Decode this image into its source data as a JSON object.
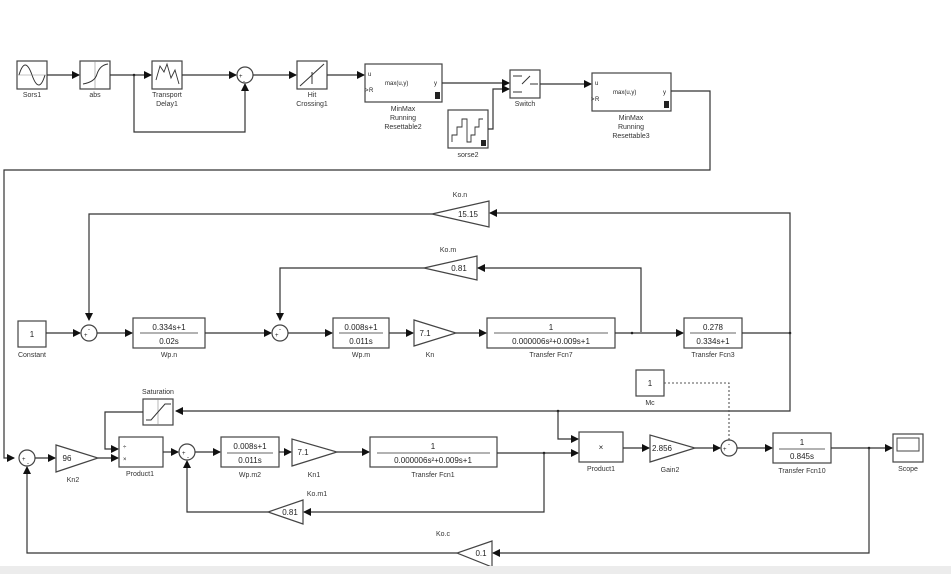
{
  "diagram": {
    "type": "simulink-block-diagram",
    "blocks": {
      "sine": {
        "label": "Sors1"
      },
      "abs": {
        "label": "abs"
      },
      "transport_delay": {
        "label_line1": "Transport",
        "label_line2": "Delay1"
      },
      "hit_crossing": {
        "label_line1": "Hit",
        "label_line2": "Crossing1"
      },
      "minmax2": {
        "label_line1": "MinMax",
        "label_line2": "Running",
        "label_line3": "Resettable2",
        "expr": "max(u,y)",
        "port_u": "u",
        "port_r": "R",
        "port_y": "y"
      },
      "source2": {
        "label": "sorse2"
      },
      "switch": {
        "label": "Switch"
      },
      "minmax3": {
        "label_line1": "MinMax",
        "label_line2": "Running",
        "label_line3": "Resettable3",
        "expr": "max(u,y)",
        "port_u": "u",
        "port_r": "R",
        "port_y": "y"
      },
      "constant": {
        "label": "Constant",
        "value": "1"
      },
      "wpn": {
        "label": "Wp.n",
        "num": "0.334s+1",
        "den": "0.02s"
      },
      "wpm": {
        "label": "Wp.m",
        "num": "0.008s+1",
        "den": "0.011s"
      },
      "kn": {
        "label": "Kn",
        "value": "7.1"
      },
      "tf7": {
        "label": "Transfer Fcn7",
        "num": "1",
        "den": "0.000006s²+0.009s+1"
      },
      "tf3": {
        "label": "Transfer Fcn3",
        "num": "0.278",
        "den": "0.334s+1"
      },
      "kon": {
        "label": "Ko.n",
        "value": "15.15"
      },
      "kom": {
        "label": "Ko.m",
        "value": "0.81"
      },
      "mc": {
        "label": "Mc",
        "value": "1"
      },
      "saturation": {
        "label": "Saturation"
      },
      "kn2": {
        "label": "Kn2",
        "value": "96"
      },
      "product1": {
        "label": "Product1",
        "sym_div": "÷",
        "sym_mul": "×"
      },
      "wpm2": {
        "label": "Wp.m2",
        "num": "0.008s+1",
        "den": "0.011s"
      },
      "kn1": {
        "label": "Kn1",
        "value": "7.1"
      },
      "tf1": {
        "label": "Transfer Fcn1",
        "num": "1",
        "den": "0.000006s²+0.009s+1"
      },
      "product": {
        "label": "Product1",
        "sym": "×"
      },
      "gain2": {
        "label": "Gain2",
        "value": "2.856"
      },
      "tf10": {
        "label": "Transfer Fcn10",
        "num": "1",
        "den": "0.845s"
      },
      "scope": {
        "label": "Scope"
      },
      "kom1": {
        "label": "Ko.m1",
        "value": "0.81"
      },
      "koc": {
        "label": "Ko.c",
        "value": "0.1"
      }
    },
    "sum_signs": {
      "sum_top": "+ -",
      "sum_n": "+ -",
      "sum_m": "+ -",
      "sum_in": "+ -",
      "sum_m2": "+ -",
      "sum_out": "+ -"
    }
  }
}
